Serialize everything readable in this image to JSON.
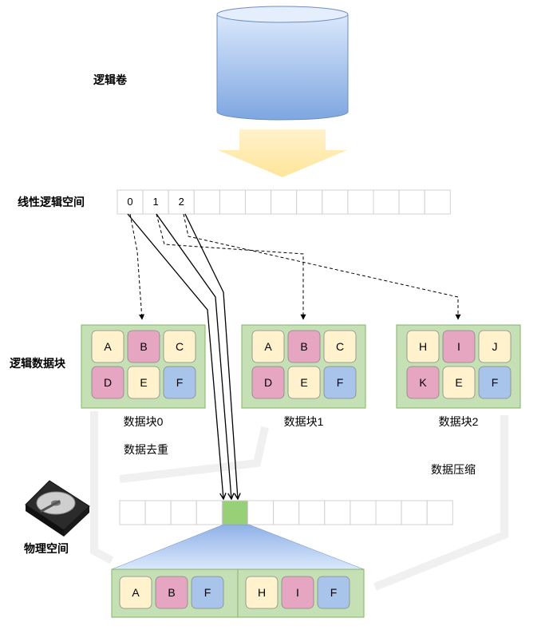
{
  "labels": {
    "logical_volume": "逻辑卷",
    "linear_space": "线性逻辑空间",
    "logical_blocks": "逻辑数据块",
    "physical_space": "物理空间",
    "dedup": "数据去重",
    "compress": "数据压缩"
  },
  "linear_indices": [
    "0",
    "1",
    "2"
  ],
  "blocks": [
    {
      "caption": "数据块0",
      "tiles": [
        [
          "A",
          "yellow"
        ],
        [
          "B",
          "pink"
        ],
        [
          "C",
          "yellow"
        ],
        [
          "D",
          "pink"
        ],
        [
          "E",
          "yellow"
        ],
        [
          "F",
          "blue"
        ]
      ]
    },
    {
      "caption": "数据块1",
      "tiles": [
        [
          "A",
          "yellow"
        ],
        [
          "B",
          "pink"
        ],
        [
          "C",
          "yellow"
        ],
        [
          "D",
          "pink"
        ],
        [
          "E",
          "yellow"
        ],
        [
          "F",
          "blue"
        ]
      ]
    },
    {
      "caption": "数据块2",
      "tiles": [
        [
          "H",
          "yellow"
        ],
        [
          "I",
          "pink"
        ],
        [
          "J",
          "yellow"
        ],
        [
          "K",
          "pink"
        ],
        [
          "E",
          "yellow"
        ],
        [
          "F",
          "blue"
        ]
      ]
    }
  ],
  "physical_groups": [
    [
      [
        "A",
        "yellow"
      ],
      [
        "B",
        "pink"
      ],
      [
        "F",
        "blue"
      ]
    ],
    [
      [
        "H",
        "yellow"
      ],
      [
        "I",
        "pink"
      ],
      [
        "F",
        "blue"
      ]
    ]
  ],
  "colors": {
    "yellow": "#fff2cc",
    "pink": "#e6a5c0",
    "blue": "#a9c4eb",
    "block_fill": "#c5e0b4",
    "block_border": "#82b366",
    "cell_border": "#d0d0d0",
    "highlight": "#97d077"
  }
}
